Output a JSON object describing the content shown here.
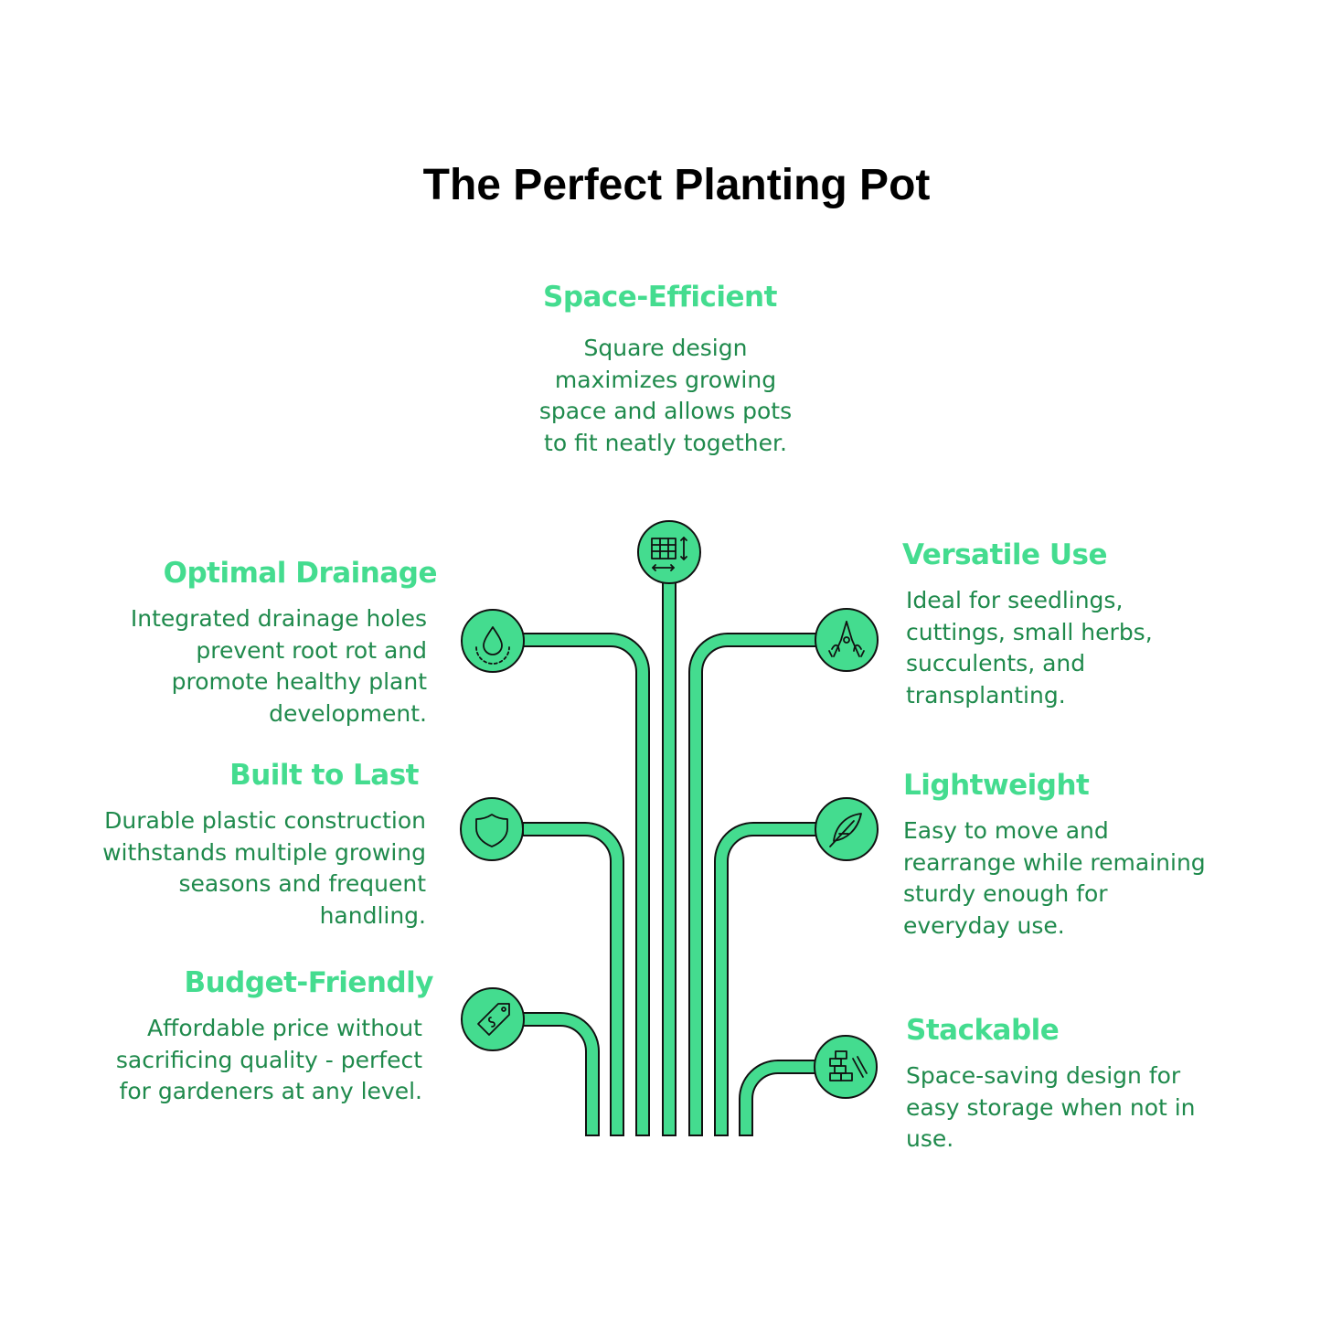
{
  "title": "The Perfect Planting Pot",
  "colors": {
    "accent": "#44dc8f",
    "text": "#1f8a4c",
    "outline": "#111111"
  },
  "items": [
    {
      "id": "space-efficient",
      "heading": "Space-Efficient",
      "description": "Square design maximizes growing space and allows pots to fit neatly together.",
      "icon": "grid-resize-icon"
    },
    {
      "id": "optimal-drainage",
      "heading": "Optimal Drainage",
      "description": "Integrated drainage holes prevent root rot and promote healthy plant development.",
      "icon": "water-drop-icon"
    },
    {
      "id": "built-to-last",
      "heading": "Built to Last",
      "description": "Durable plastic construction withstands multiple growing seasons and frequent handling.",
      "icon": "shield-icon"
    },
    {
      "id": "budget-friendly",
      "heading": "Budget-Friendly",
      "description": "Affordable price without sacrificing quality - perfect for gardeners at any level.",
      "icon": "price-tag-icon"
    },
    {
      "id": "versatile-use",
      "heading": "Versatile Use",
      "description": "Ideal for seedlings, cuttings, small herbs, succulents, and transplanting.",
      "icon": "pruning-shears-icon"
    },
    {
      "id": "lightweight",
      "heading": "Lightweight",
      "description": "Easy to move and rearrange while remaining sturdy enough for everyday use.",
      "icon": "feather-icon"
    },
    {
      "id": "stackable",
      "heading": "Stackable",
      "description": "Space-saving design for easy storage when not in use.",
      "icon": "stacked-blocks-icon"
    }
  ]
}
